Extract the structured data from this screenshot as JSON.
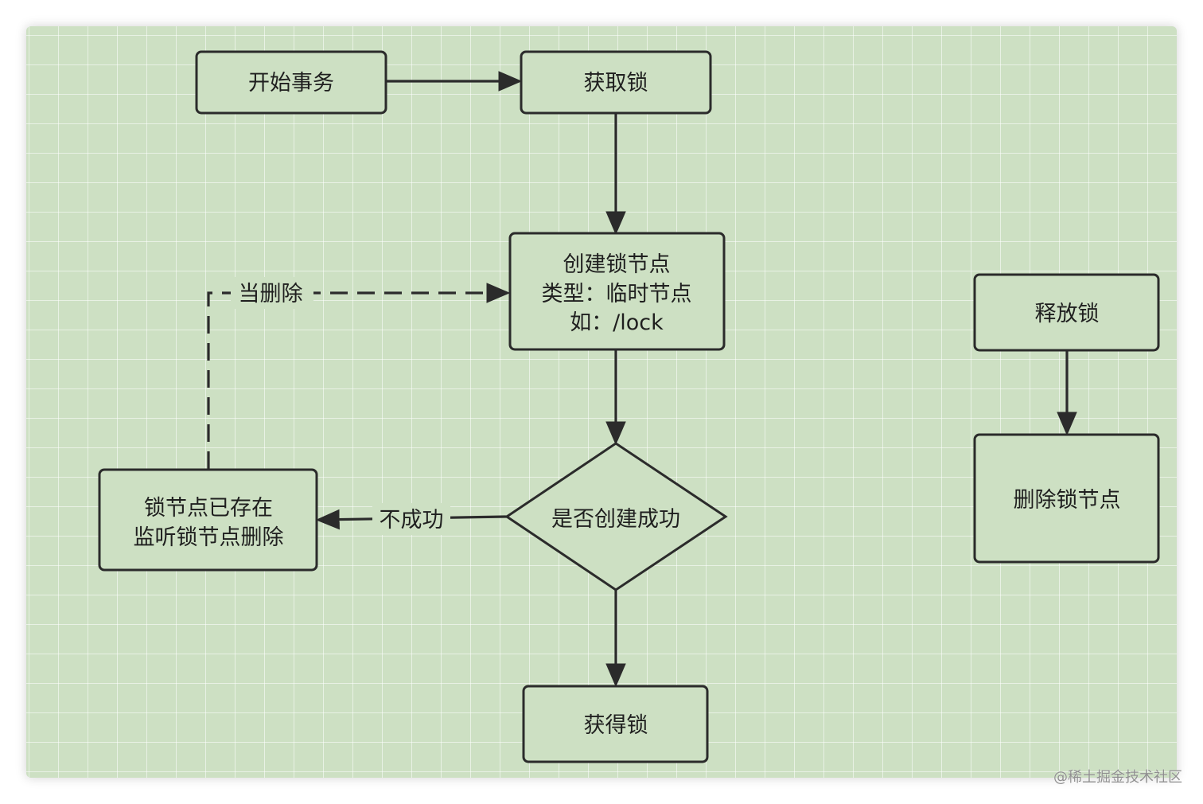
{
  "diagram": {
    "nodes": {
      "start_transaction": {
        "label": "开始事务"
      },
      "acquire_lock": {
        "label": "获取锁"
      },
      "create_lock_node": {
        "lines": [
          "创建锁节点",
          "类型：临时节点",
          "如：/lock"
        ]
      },
      "created_successfully": {
        "label": "是否创建成功"
      },
      "lock_exists": {
        "lines": [
          "锁节点已存在",
          "监听锁节点删除"
        ]
      },
      "lock_obtained": {
        "label": "获得锁"
      },
      "release_lock": {
        "label": "释放锁"
      },
      "delete_lock_node": {
        "label": "删除锁节点"
      }
    },
    "edges": {
      "on_delete_label": "当删除",
      "not_success_label": "不成功"
    }
  },
  "watermark": "@稀土掘金技术社区",
  "colors": {
    "background": "#cde0c3",
    "grid": "#ffffff",
    "stroke": "#2b2b2b"
  }
}
